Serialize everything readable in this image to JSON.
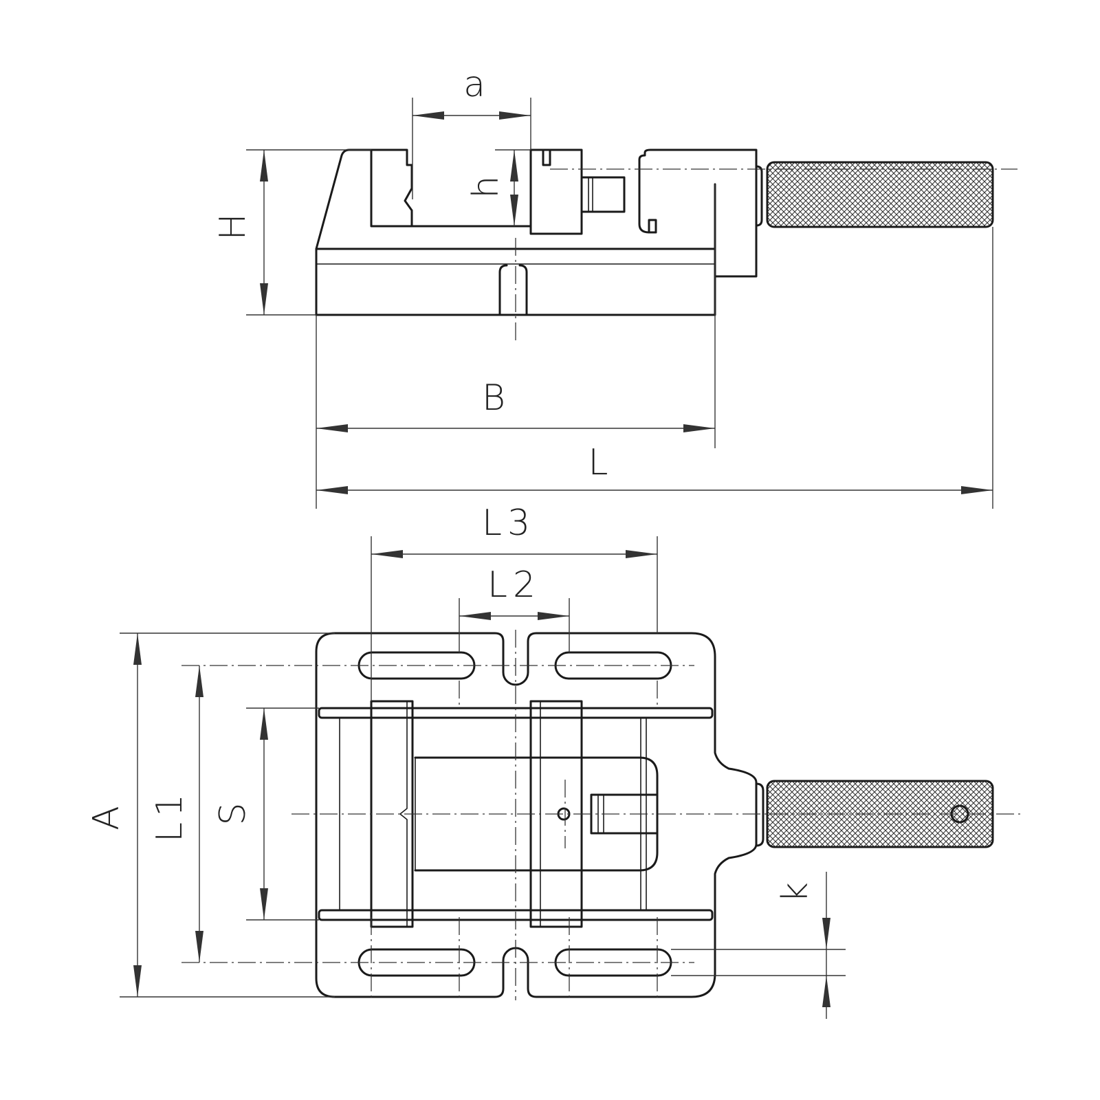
{
  "labels": {
    "a": "a",
    "h": "h",
    "H": "H",
    "B": "B",
    "L": "L",
    "L3": "L3",
    "L2": "L2",
    "A": "A",
    "L1": "L1",
    "S": "S",
    "k": "k"
  },
  "colors": {
    "line": "#1a1a1a",
    "background": "#ffffff"
  }
}
